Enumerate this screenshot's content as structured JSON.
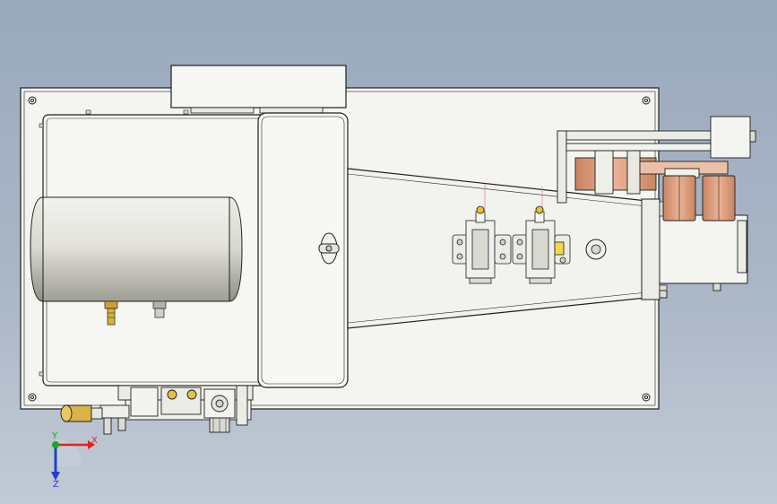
{
  "view": {
    "background_top": "#9aa9bd",
    "background_bottom": "#c2cad6",
    "line_color": "#1e1e1e",
    "base_plate_color": "#f4f4f0",
    "copper_color": "#e3a585"
  },
  "triad": {
    "x_label": "X",
    "y_label": "Y",
    "z_label": "Z",
    "x_color": "#e0241b",
    "y_color": "#1fa51f",
    "z_color": "#2340c8"
  }
}
